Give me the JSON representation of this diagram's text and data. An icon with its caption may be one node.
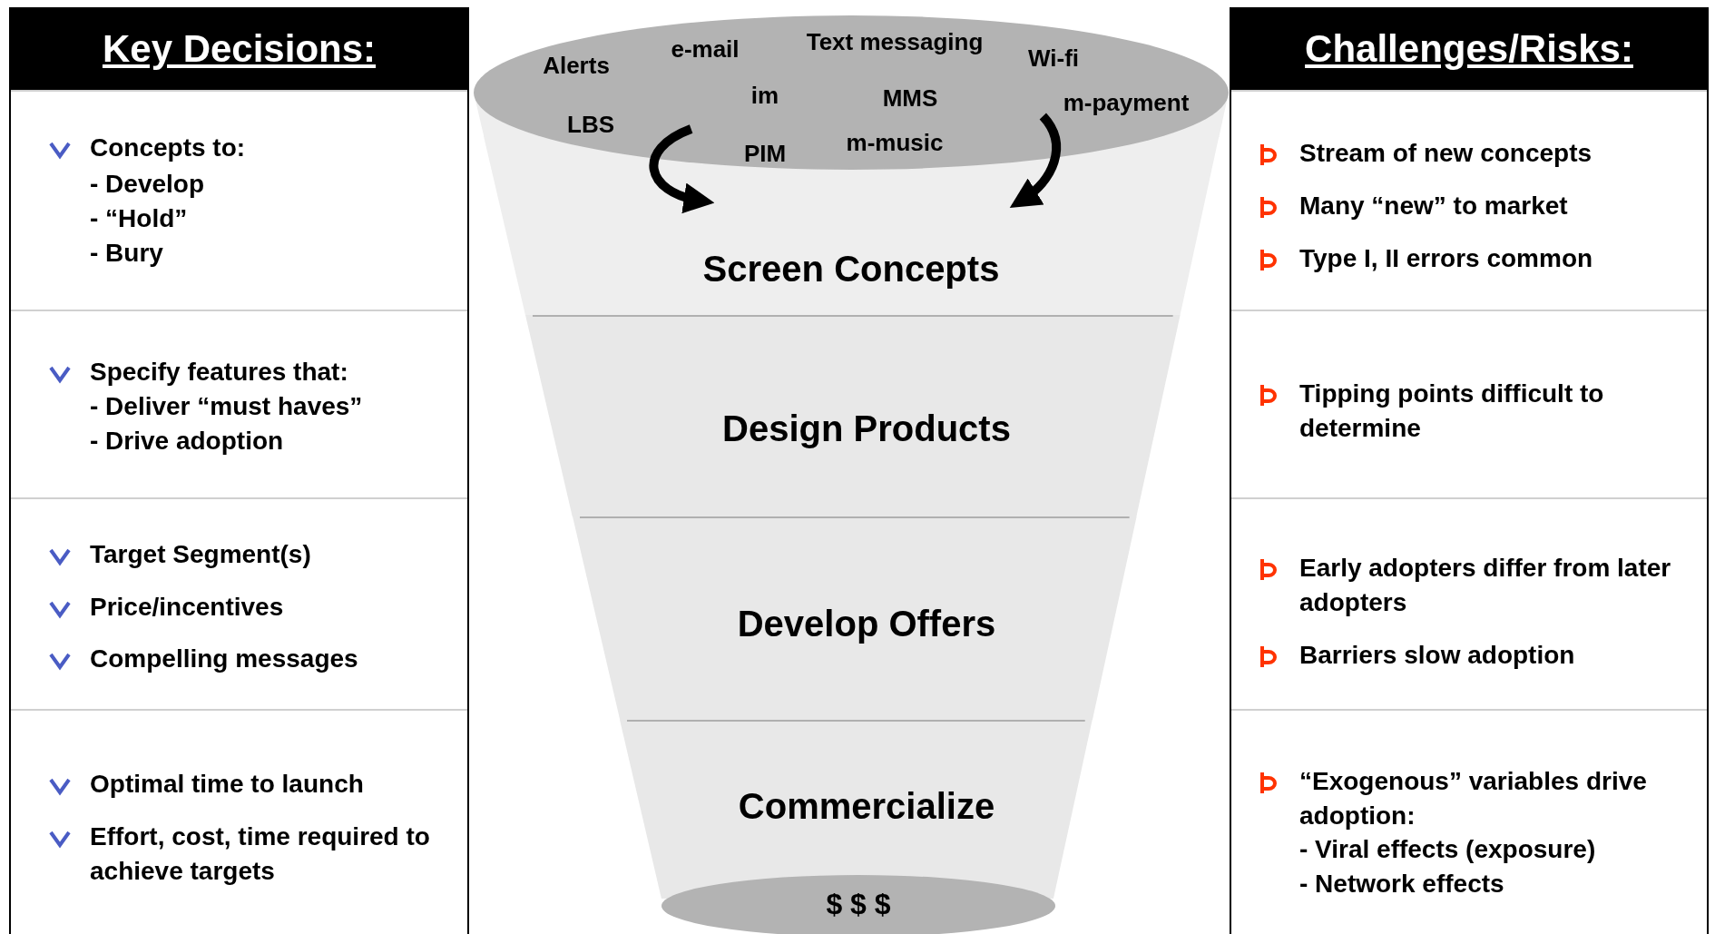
{
  "diagram": {
    "nodes": [
      {
        "text": [
          "Key Decisions:"
        ]
      },
      {
        "text": [
          "Concepts to:",
          "- Develop",
          "- “Hold”",
          "- Bury"
        ],
        "in": 0
      },
      {
        "text": [
          "Specify features that:",
          "- Deliver “must haves”",
          "- Drive adoption"
        ],
        "in": 0
      },
      {
        "text": [
          "Target Segment(s)",
          "Price/incentives",
          "Compelling messages"
        ],
        "in": 0
      },
      {
        "text": [
          "Optimal time to launch",
          "Effort, cost, time required to achieve targets"
        ],
        "in": 0
      },
      {
        "text": [
          "Challenges/Risks:"
        ]
      },
      {
        "text": [
          "Stream of new concepts",
          "Many “new” to market",
          "Type I, II errors common"
        ],
        "in": 5
      },
      {
        "text": [
          "Tipping points difficult to determine"
        ],
        "in": 5
      },
      {
        "text": [
          "Early adopters differ from later adopters",
          "Barriers slow adoption"
        ],
        "in": 5
      },
      {
        "text": [
          "“Exogenous” variables drive adoption:",
          "- Viral effects (exposure)",
          "- Network effects"
        ],
        "in": 5
      },
      {
        "text": [
          "Alerts",
          "e-mail",
          "Text messaging",
          "Wi-fi",
          "im",
          "MMS",
          "m-payment",
          "LBS",
          "PIM",
          "m-music"
        ]
      },
      {
        "text": [
          "Screen Concepts"
        ]
      },
      {
        "text": [
          "Design Products"
        ]
      },
      {
        "text": [
          "Develop Offers"
        ]
      },
      {
        "text": [
          "Commercialize"
        ]
      },
      {
        "text": [
          "$ $ $"
        ]
      }
    ],
    "edges": [
      {
        "from": 10,
        "to": 11,
        "arrow": "to"
      },
      {
        "from": 10,
        "to": 11,
        "arrow": "to"
      }
    ]
  }
}
